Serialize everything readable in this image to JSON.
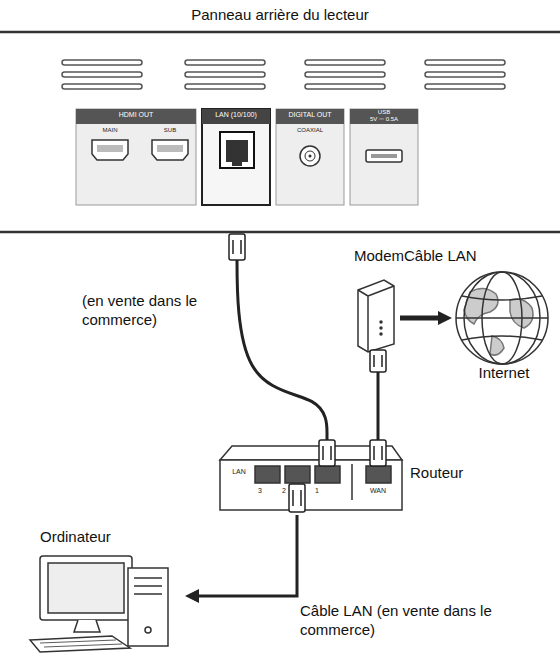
{
  "diagram": {
    "nodes": [
      {
        "text": [
          "Panneau arrière du lecteur"
        ]
      },
      {
        "text": [
          "ModemCâble LAN"
        ]
      },
      {
        "text": [
          "Internet"
        ]
      },
      {
        "text": [
          "Routeur"
        ]
      },
      {
        "text": [
          "Ordinateur"
        ]
      }
    ],
    "edges": [
      {
        "from": 0,
        "to": 3,
        "arrow": "none",
        "label": "(en vente dans le commerce)"
      },
      {
        "from": 1,
        "to": 3,
        "arrow": "none"
      },
      {
        "from": 1,
        "to": 2,
        "arrow": "to"
      },
      {
        "from": 3,
        "to": 4,
        "arrow": "to",
        "label": "Câble LAN (en vente dans le commerce)"
      }
    ],
    "labels": [
      "HDMI OUT",
      "MAIN",
      "SUB",
      "LAN (10/100)",
      "DIGITAL OUT",
      "COAXIAL",
      "USB",
      "5V ⎓ 0.5A",
      "LAN",
      "3",
      "2",
      "1",
      "WAN"
    ]
  }
}
